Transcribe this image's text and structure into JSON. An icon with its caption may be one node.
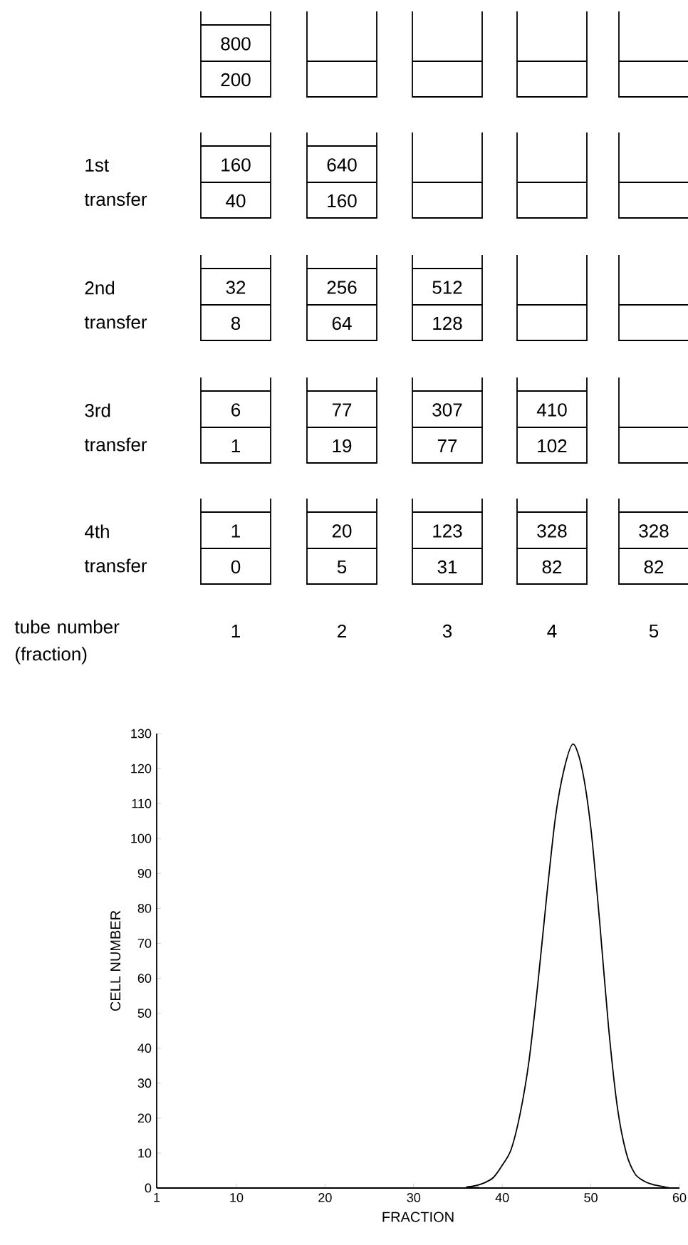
{
  "diagram": {
    "nodes": [
      {
        "text": [
          "800",
          "200"
        ]
      },
      {
        "text": [],
        "shape": "box"
      },
      {
        "text": [],
        "shape": "box"
      },
      {
        "text": [],
        "shape": "box"
      },
      {
        "text": [],
        "shape": "box"
      },
      {
        "text": [
          "160",
          "40"
        ]
      },
      {
        "text": [
          "640",
          "160"
        ]
      },
      {
        "text": [],
        "shape": "box"
      },
      {
        "text": [],
        "shape": "box"
      },
      {
        "text": [],
        "shape": "box"
      },
      {
        "text": [
          "32",
          "8"
        ]
      },
      {
        "text": [
          "256",
          "64"
        ]
      },
      {
        "text": [
          "512",
          "128"
        ]
      },
      {
        "text": [],
        "shape": "box"
      },
      {
        "text": [],
        "shape": "box"
      },
      {
        "text": [
          "6",
          "1"
        ]
      },
      {
        "text": [
          "77",
          "19"
        ]
      },
      {
        "text": [
          "307",
          "77"
        ]
      },
      {
        "text": [
          "410",
          "102"
        ]
      },
      {
        "text": [],
        "shape": "box"
      },
      {
        "text": [
          "1",
          "0"
        ]
      },
      {
        "text": [
          "20",
          "5"
        ]
      },
      {
        "text": [
          "123",
          "31"
        ]
      },
      {
        "text": [
          "328",
          "82"
        ]
      },
      {
        "text": [
          "328",
          "82"
        ]
      }
    ],
    "labels": [
      "1st transfer",
      "2nd transfer",
      "3rd transfer",
      "4th transfer",
      "tube number (fraction)",
      "1",
      "2",
      "3",
      "4",
      "5"
    ],
    "chart_data": {
      "type": "line",
      "xlabel": "FRACTION",
      "ylabel": "CELL NUMBER",
      "x": [
        1,
        35,
        36,
        37,
        38,
        39,
        40,
        41,
        42,
        43,
        44,
        45,
        46,
        47,
        48,
        49,
        50,
        51,
        52,
        53,
        54,
        55,
        56,
        57,
        58,
        59,
        60
      ],
      "series": [
        {
          "values": [
            0,
            0,
            0.3,
            0.7,
            1.5,
            3,
            6.5,
            11,
            21,
            36,
            58,
            83,
            106,
            120,
            127,
            120,
            103,
            76,
            46,
            23,
            10,
            4,
            2,
            1,
            0.5,
            0,
            0
          ]
        }
      ],
      "xlim": [
        1,
        60
      ],
      "ylim": [
        0,
        130
      ],
      "xticks": [
        1,
        10,
        20,
        30,
        40,
        50,
        60
      ],
      "yticks": [
        0,
        10,
        20,
        30,
        40,
        50,
        60,
        70,
        80,
        90,
        100,
        110,
        120,
        130
      ]
    }
  }
}
